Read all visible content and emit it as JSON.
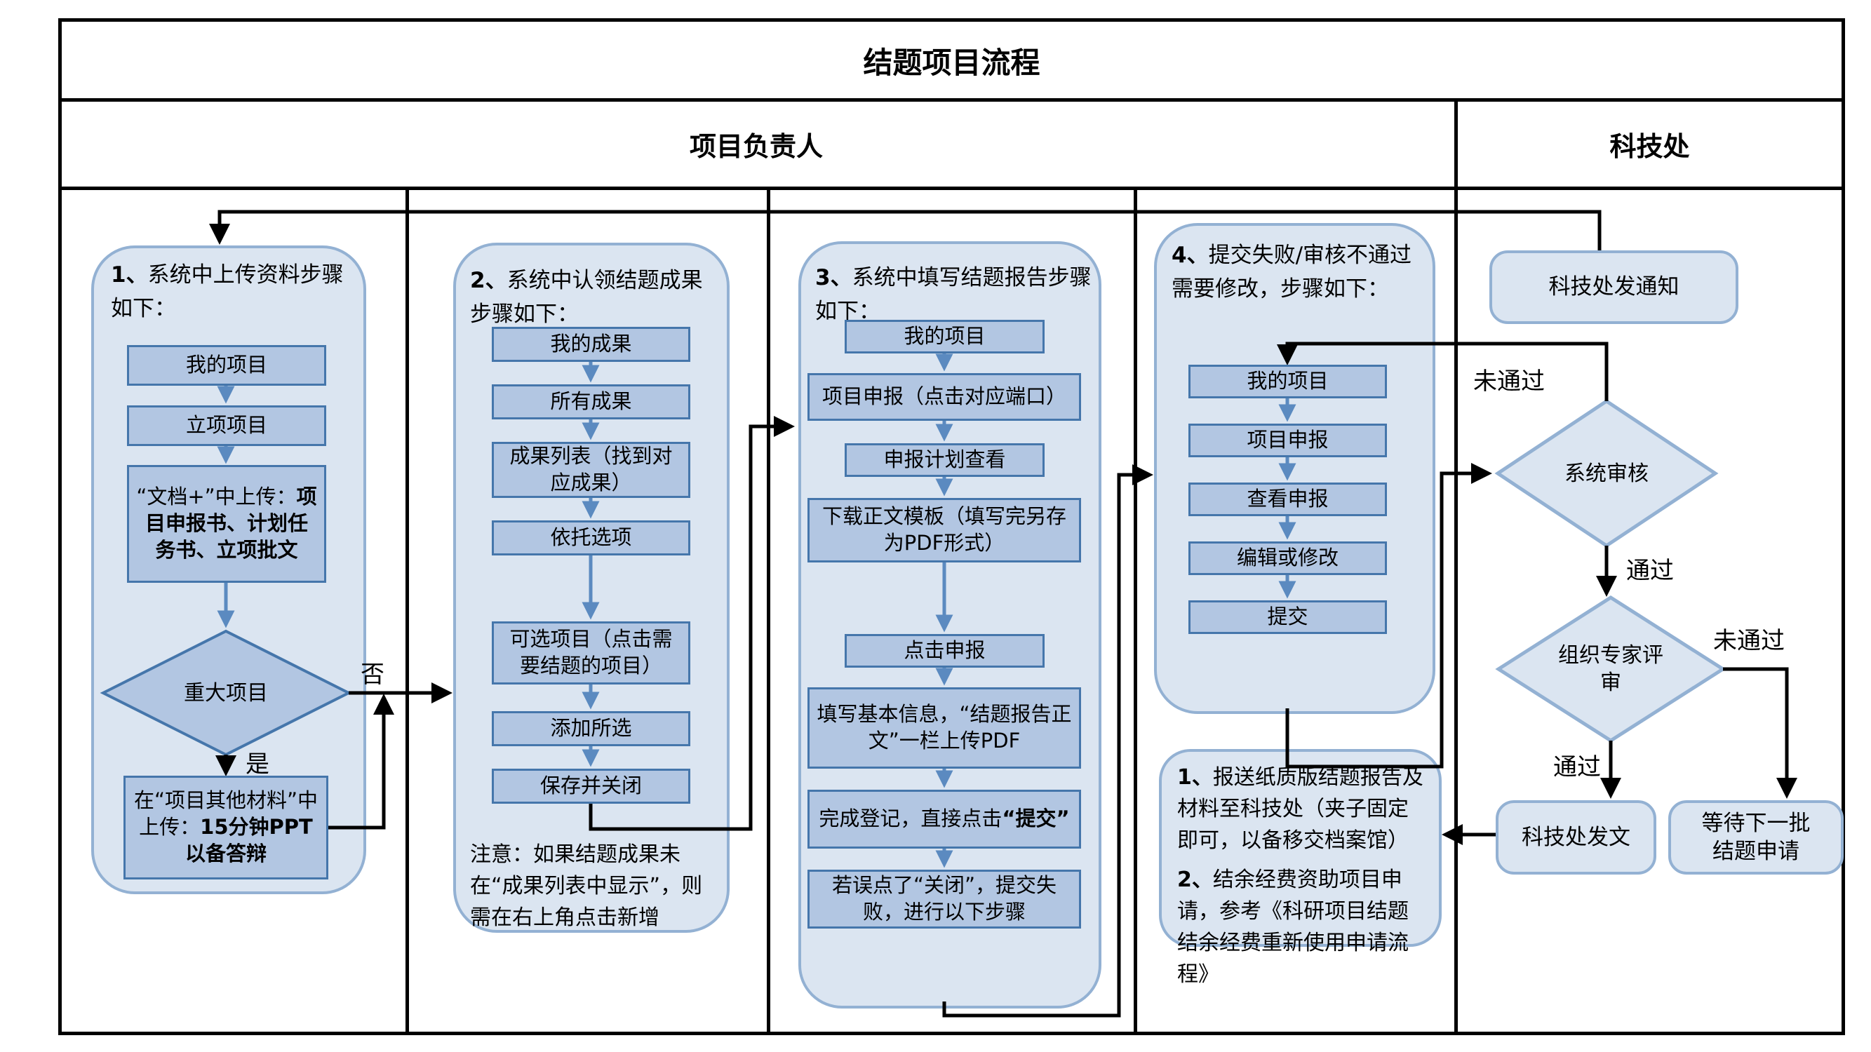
{
  "title": "结题项目流程",
  "lanes": {
    "left": "项目负责人",
    "right": "科技处"
  },
  "labels": {
    "no": "否",
    "yes": "是",
    "fail_top": "未通过",
    "pass_mid": "通过",
    "fail_right": "未通过",
    "pass_bottom": "通过"
  },
  "c1": {
    "heading_num": "1、",
    "heading": "系统中上传资料步骤如下：",
    "s1": "我的项目",
    "s2": "立项项目",
    "s3_pre": "“文档+”中上传：",
    "s3_bold": "项目申报书、计划任务书、立项批文",
    "diamond": "重大项目",
    "s4_pre": "在“项目其他材料”中上传：",
    "s4_bold": "15分钟PPT以备答辩"
  },
  "c2": {
    "heading_num": "2、",
    "heading": "系统中认领结题成果步骤如下：",
    "s1": "我的成果",
    "s2": "所有成果",
    "s3": "成果列表（找到对应成果）",
    "s4": "依托选项",
    "s5": "可选项目（点击需要结题的项目）",
    "s6": "添加所选",
    "s7": "保存并关闭",
    "note": "注意：如果结题成果未在“成果列表中显示”，则需在右上角点击新增"
  },
  "c3": {
    "heading_num": "3、",
    "heading": "系统中填写结题报告步骤如下：",
    "s1": "我的项目",
    "s2": "项目申报（点击对应端口）",
    "s3": "申报计划查看",
    "s4": "下载正文模板（填写完另存为PDF形式）",
    "s5": "点击申报",
    "s6": "填写基本信息，“结题报告正文”一栏上传PDF",
    "s7_pre": "完成登记，直接点击",
    "s7_bold": "“提交”",
    "s8": "若误点了“关闭”，提交失败，进行以下步骤"
  },
  "c4": {
    "heading_num": "4、",
    "heading": "提交失败/审核不通过需要修改，步骤如下：",
    "s1": "我的项目",
    "s2": "项目申报",
    "s3": "查看申报",
    "s4": "编辑或修改",
    "s5": "提交"
  },
  "notes": {
    "n1_num": "1、",
    "n1": "报送纸质版结题报告及材料至科技处（夹子固定即可，以备移交档案馆）",
    "n2_num": "2、",
    "n2": "结余经费资助项目申请，参考《科研项目结题结余经费重新使用申请流程》"
  },
  "tech": {
    "notify": "科技处发通知",
    "sys_review": "系统审核",
    "expert_review": "组织专家评审",
    "issue_doc": "科技处发文",
    "wait_next": "等待下一批结题申请"
  },
  "colors": {
    "container_fill": "#dbe5f1",
    "container_border": "#93b1d3",
    "box_fill": "#b2c6e2",
    "box_border": "#4576ab",
    "blue_arrow": "#5b8ac0",
    "connector": "#000000"
  }
}
